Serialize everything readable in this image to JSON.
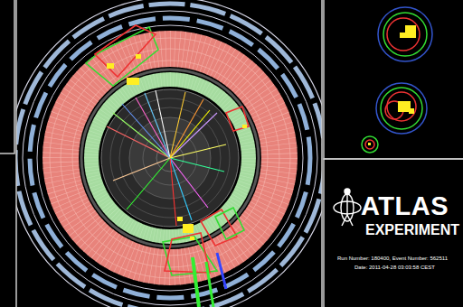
{
  "diagram": {
    "labels": [
      "ATLAS",
      "EXPERIMENT",
      "Run Number: 180400, Event Number: 562511",
      "Date: 2011-04-28 03:03:58 CEST"
    ]
  }
}
